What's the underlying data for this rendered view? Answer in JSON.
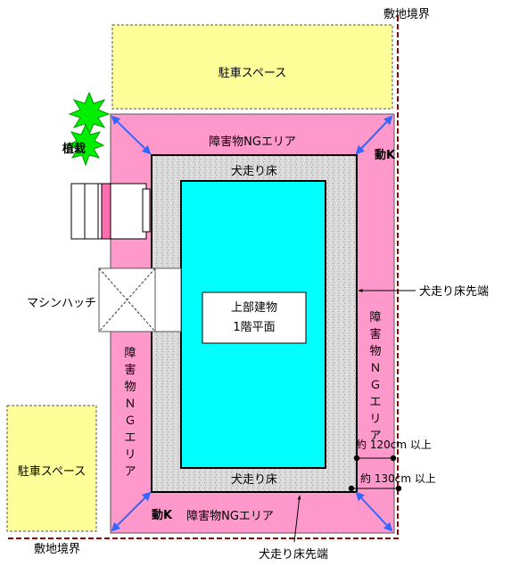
{
  "labels": {
    "site_boundary_top": "敷地境界",
    "site_boundary_bottom": "敷地境界",
    "parking_top": "駐車スペース",
    "parking_left": "駐車スペース",
    "planting": "植栽",
    "ng_area_top": "障害物NGエリア",
    "ng_area_bottom": "障害物NGエリア",
    "ng_area_right": [
      "障",
      "害",
      "物",
      "Ｎ",
      "Ｇ",
      "エ",
      "リ",
      "ア"
    ],
    "ng_area_left": [
      "障",
      "害",
      "物",
      "Ｎ",
      "Ｇ",
      "エ",
      "リ",
      "ア"
    ],
    "dogwalk_top": "犬走り床",
    "dogwalk_bottom": "犬走り床",
    "dogwalk_edge_right": "犬走り床先端",
    "dogwalk_edge_bottom": "犬走り床先端",
    "building_line1": "上部建物",
    "building_line2": "1階平面",
    "machine_hatch": "マシンハッチ",
    "motion_top_right": "動K",
    "motion_bottom_left": "動K",
    "dim_120": "約 120cm 以上",
    "dim_130": "約 130cm 以上"
  },
  "colors": {
    "ng_area": "#ff99cc",
    "parking": "#ffff99",
    "building": "#00ffff",
    "dogwalk": "#d8d8d8",
    "planting": "#00ee00",
    "boundary": "#990000",
    "arrow": "#3366ff",
    "hatch_pink": "#ff6fb0"
  }
}
